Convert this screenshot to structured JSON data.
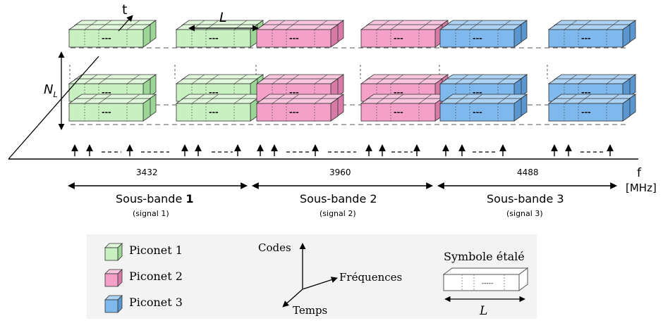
{
  "labels": {
    "time_axis": "t",
    "block_length": "L",
    "layers": "N",
    "layers_sub": "L",
    "dots": "---",
    "freq_axis": "f",
    "freq_unit": "[MHz]"
  },
  "frequencies": [
    "3432",
    "3960",
    "4488"
  ],
  "subbands": [
    {
      "label_prefix": "Sous-bande ",
      "label_num": "1",
      "signal": "(signal 1)"
    },
    {
      "label_prefix": "Sous-bande ",
      "label_num": "2",
      "signal": "(signal 2)"
    },
    {
      "label_prefix": "Sous-bande ",
      "label_num": "3",
      "signal": "(signal 3)"
    }
  ],
  "legend": {
    "piconets": [
      {
        "label": "Piconet 1",
        "color": "#c8f0c0"
      },
      {
        "label": "Piconet 2",
        "color": "#f4a0c8"
      },
      {
        "label": "Piconet 3",
        "color": "#7fb8ec"
      }
    ],
    "axes": {
      "codes": "Codes",
      "frequencies": "Fréquences",
      "time": "Temps"
    },
    "symbol": {
      "title": "Symbole étalé",
      "dots": "-----",
      "length": "L"
    }
  },
  "colors": {
    "piconet1_front": "#c8f0c0",
    "piconet1_top": "#e2f8dc",
    "piconet1_side": "#9cd696",
    "piconet2_front": "#f4a0c8",
    "piconet2_top": "#f9c6de",
    "piconet2_side": "#d87aa6",
    "piconet3_front": "#7fb8ec",
    "piconet3_top": "#acd2f4",
    "piconet3_side": "#5a96d0"
  }
}
